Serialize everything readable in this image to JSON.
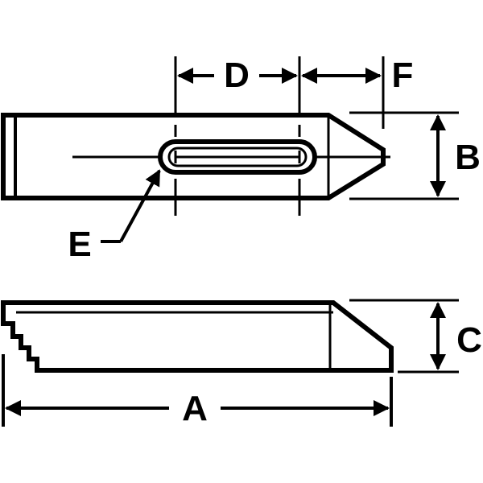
{
  "dimensions": {
    "A": "A",
    "B": "B",
    "C": "C",
    "D": "D",
    "E": "E",
    "F": "F"
  },
  "colors": {
    "ink": "#000000",
    "background": "#ffffff"
  }
}
